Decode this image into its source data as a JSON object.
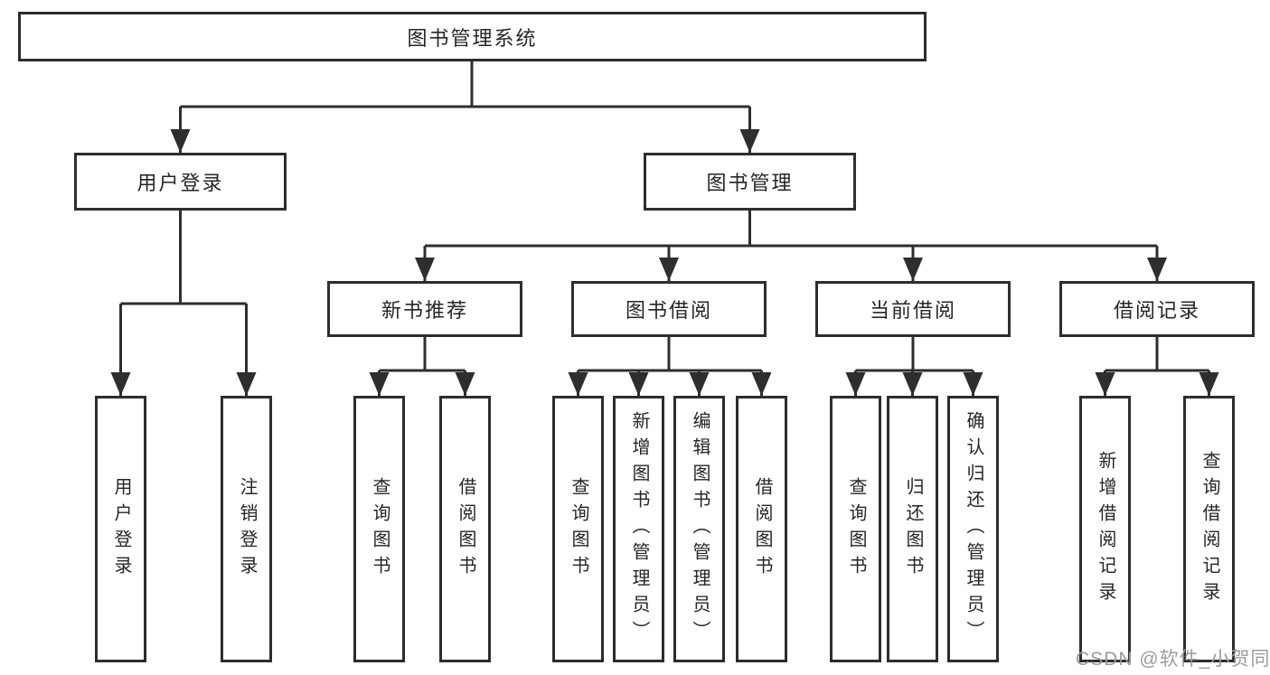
{
  "nodes": {
    "root": {
      "label": "图书管理系统"
    },
    "level2": [
      {
        "label": "用户登录",
        "parent": "图书管理系统"
      },
      {
        "label": "图书管理",
        "parent": "图书管理系统"
      }
    ],
    "level3": [
      {
        "label": "新书推荐",
        "parent": "图书管理"
      },
      {
        "label": "图书借阅",
        "parent": "图书管理"
      },
      {
        "label": "当前借阅",
        "parent": "图书管理"
      },
      {
        "label": "借阅记录",
        "parent": "图书管理"
      }
    ],
    "leaves": [
      {
        "label": "用户登录",
        "parent": "用户登录"
      },
      {
        "label": "注销登录",
        "parent": "用户登录"
      },
      {
        "label": "查询图书",
        "parent": "新书推荐"
      },
      {
        "label": "借阅图书",
        "parent": "新书推荐"
      },
      {
        "label": "查询图书",
        "parent": "图书借阅"
      },
      {
        "label": "新增图书（管理员）",
        "parent": "图书借阅"
      },
      {
        "label": "编辑图书（管理员）",
        "parent": "图书借阅"
      },
      {
        "label": "借阅图书",
        "parent": "图书借阅"
      },
      {
        "label": "查询图书",
        "parent": "当前借阅"
      },
      {
        "label": "归还图书",
        "parent": "当前借阅"
      },
      {
        "label": "确认归还（管理员）",
        "parent": "当前借阅"
      },
      {
        "label": "新增借阅记录",
        "parent": "借阅记录"
      },
      {
        "label": "查询借阅记录",
        "parent": "借阅记录"
      }
    ]
  },
  "watermark": {
    "text": "CSDN @软件_小贺同学"
  },
  "colors": {
    "line": "#2e2e2e",
    "box_border": "#2d2d2d",
    "box_fill": "#ffffff",
    "text": "#262626",
    "watermark": "#9c9c9c",
    "background": "#ffffff"
  }
}
